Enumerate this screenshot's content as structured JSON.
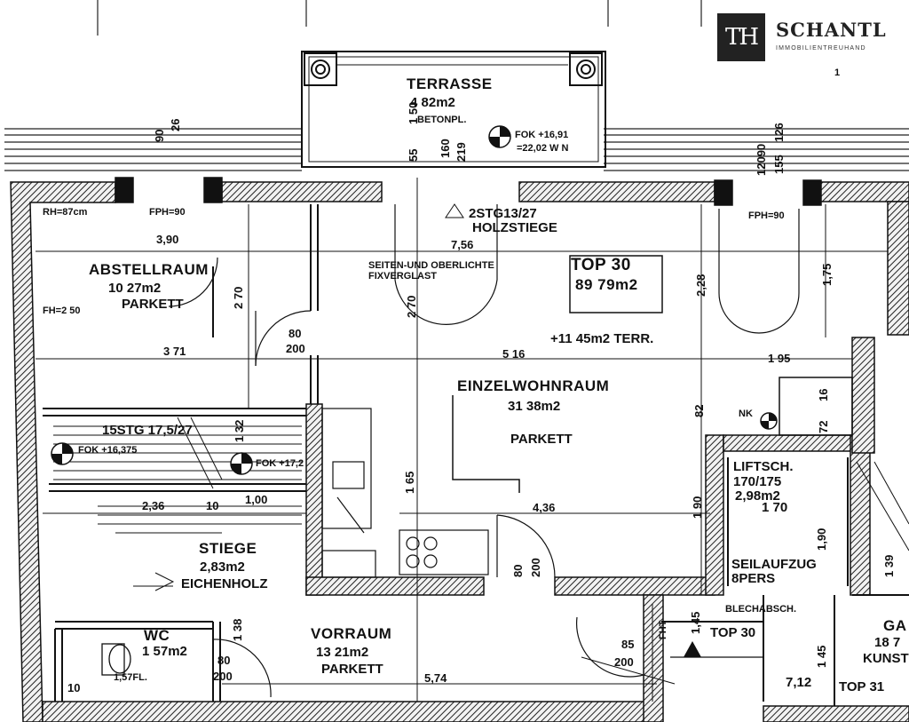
{
  "brand": {
    "mark": "TH",
    "name": "SCHANTL",
    "tagline": "IMMOBILIENTREUHAND"
  },
  "rooms": {
    "terrasse": {
      "name": "TERRASSE",
      "area": "4 82m2",
      "floor": "BETONPL."
    },
    "abstellraum": {
      "name": "ABSTELLRAUM",
      "area": "10 27m2",
      "floor": "PARKETT"
    },
    "einzelwohnraum": {
      "name": "EINZELWOHNRAUM",
      "area": "31 38m2",
      "floor": "PARKETT"
    },
    "stiege": {
      "name": "STIEGE",
      "area": "2,83m2",
      "floor": "EICHENHOLZ"
    },
    "wc": {
      "name": "WC",
      "area": "1 57m2",
      "floor": "1,57FL."
    },
    "vorraum": {
      "name": "VORRAUM",
      "area": "13 21m2",
      "floor": "PARKETT"
    },
    "liftschacht": {
      "name": "LIFTSCH.",
      "size": "170/175",
      "area": "2,98m2",
      "width": "1 70"
    },
    "seilaufzug": {
      "name": "SEILAUFZUG",
      "capacity": "8PERS"
    },
    "partial_right": {
      "name": "GA",
      "area": "18 7",
      "floor": "KUNST"
    }
  },
  "unit": {
    "name": "TOP 30",
    "area": "89 79m2",
    "terrace_note": "+11 45m2 TERR."
  },
  "labels": {
    "stair_upper": "2STG13/27",
    "stair_upper_type": "HOLZSTIEGE",
    "stair_lower": "15STG 17,5/27",
    "glazing_1": "SEITEN-UND OBERLICHTE",
    "glazing_2": "FIXVERGLAST",
    "fok_terrace": "FOK +16,91",
    "fok_terrace_2": "=22,02 W N",
    "fok_left": "FOK +16,375",
    "fok_stair": "FOK +17,2",
    "rh": "RH=87cm",
    "fph_left": "FPH=90",
    "fph_right": "FPH=90",
    "fh": "FH=2 50",
    "nk": "NK",
    "blechabsch": "BLECHABSCH.",
    "top30_door": "TOP 30",
    "top31": "TOP 31",
    "fht": "FHT",
    "lower_right_dim": "7,12"
  },
  "dimensions": {
    "d390": "3,90",
    "d371": "3 71",
    "d516": "5 16",
    "d195": "1 95",
    "d756": "7,56",
    "d236": "2,36",
    "d436": "4,36",
    "d574": "5,74",
    "d270a": "2 70",
    "d270b": "2 70",
    "d228": "2,28",
    "d175": "1,75",
    "d165": "1 65",
    "d190a": "1 90",
    "d190b": "1,90",
    "d145": "1 45",
    "d145b": "1,45",
    "d80a": "80",
    "d200a": "200",
    "d80b": "80",
    "d200b": "200",
    "d85": "85",
    "d200c": "200",
    "d80c": "80",
    "d200d": "200",
    "d10": "10",
    "d10b": "10",
    "d100": "1,00",
    "d150": "1 50",
    "d160": "160",
    "d219": "219",
    "d55": "55",
    "d90": "90",
    "d26": "26",
    "d12090": "12090",
    "d155": "155",
    "d126": "126",
    "d82": "82",
    "d132": "1 32",
    "d72": "72",
    "d16": "16",
    "d138": "1 38",
    "d139": "1 39",
    "d1": "1"
  },
  "colors": {
    "ink": "#111111",
    "wall": "#333333",
    "paper": "#ffffff"
  }
}
